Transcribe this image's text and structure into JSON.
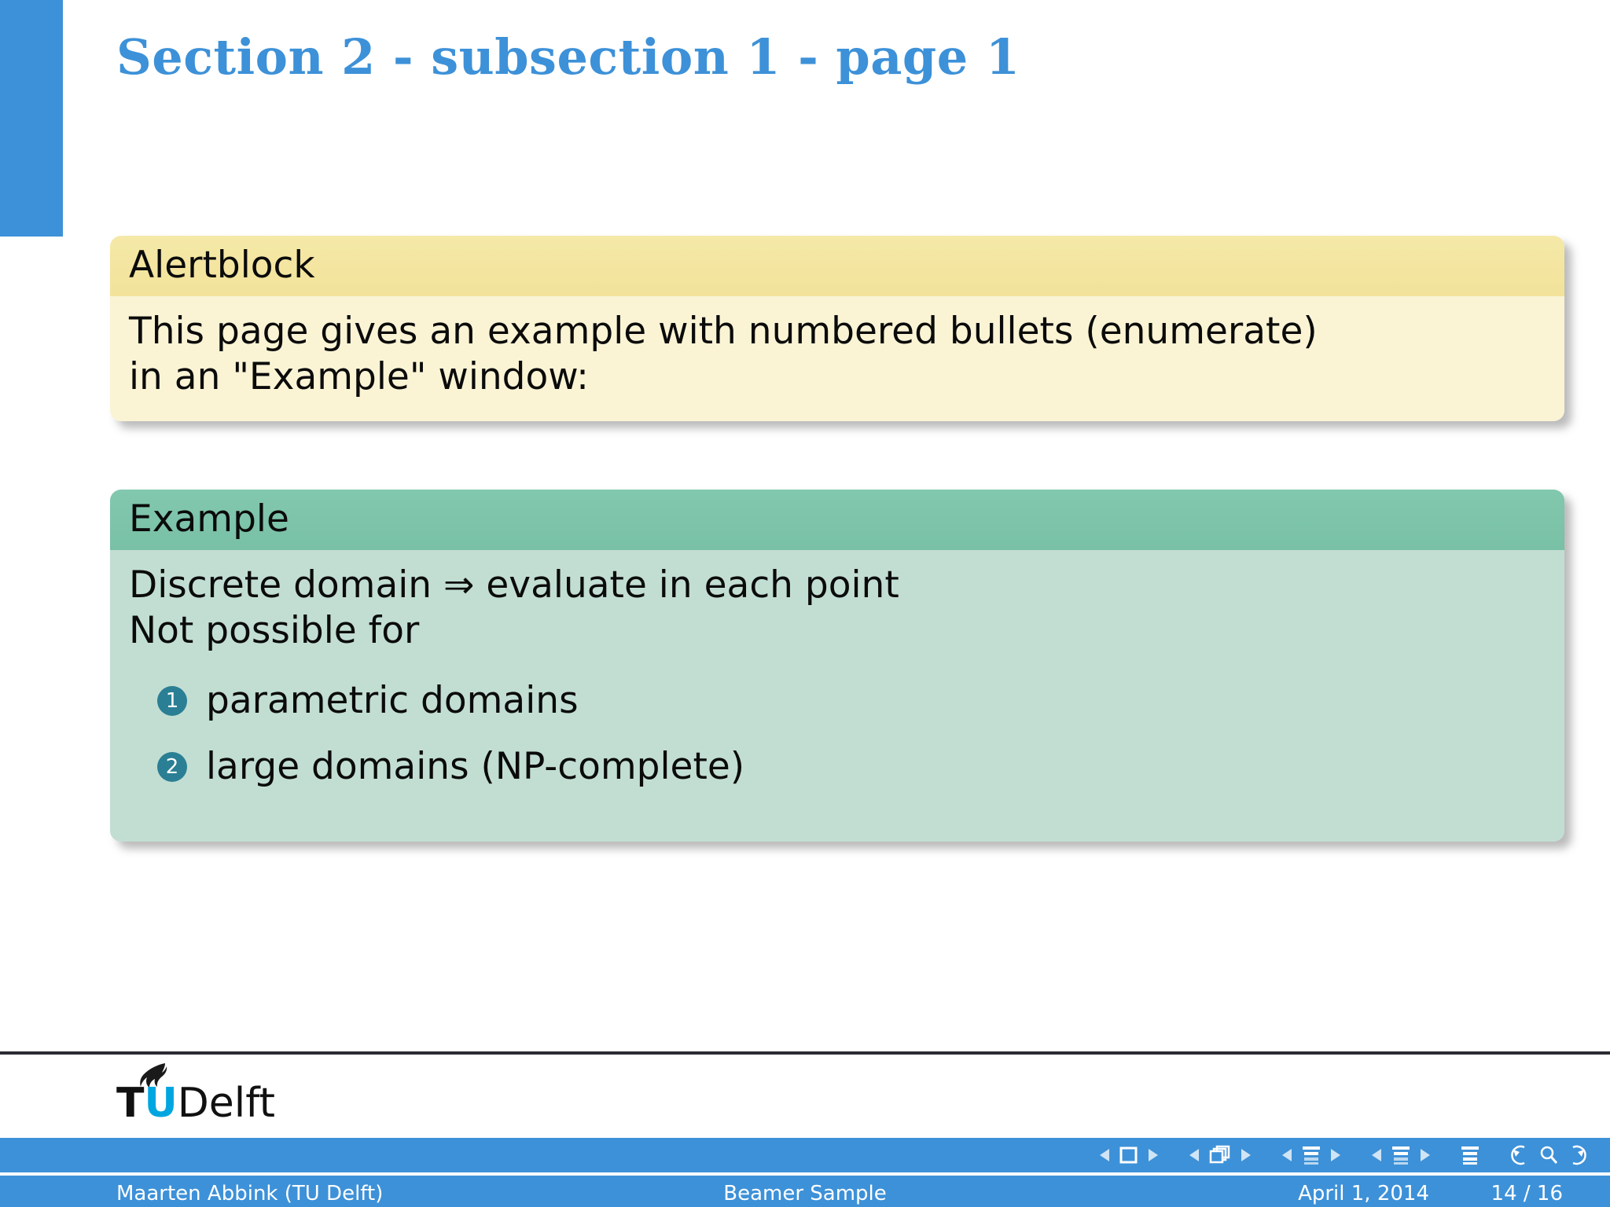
{
  "slide": {
    "title": "Section 2 - subsection 1 - page 1",
    "title_color": "#3d91d8",
    "sidebar_color": "#3d91d8"
  },
  "alert_block": {
    "name": "alertblock",
    "title": "Alertblock",
    "header_color": "#f2e29a",
    "body_color": "#faf4d5",
    "body_lines": [
      "This page gives an example with numbered bullets (enumerate)",
      "in an \"Example\" window:"
    ]
  },
  "example_block": {
    "name": "example",
    "title": "Example",
    "header_color": "#78c0a6",
    "body_color": "#c2ded2",
    "body_lines": [
      "Discrete domain ⇒ evaluate in each point",
      "Not possible for"
    ],
    "enumerate": [
      {
        "number": "1",
        "text": "parametric domains"
      },
      {
        "number": "2",
        "text": "large domains (NP-complete)"
      }
    ],
    "marker_color": "#2a7f94"
  },
  "logo": {
    "t": "T",
    "u": "U",
    "rest": "Delft",
    "u_color": "#00a6e0",
    "text_color": "#111111"
  },
  "footer": {
    "author": "Maarten Abbink (TU Delft)",
    "center": "Beamer Sample",
    "date": "April 1, 2014",
    "pages": "14 / 16",
    "bar_color": "#3d91d8",
    "text_color": "#ffffff"
  },
  "nav_symbols": {
    "slide_group": [
      "prev-triangle",
      "square",
      "next-triangle"
    ],
    "frame_group": [
      "prev-triangle",
      "stacked-frames",
      "next-triangle"
    ],
    "subsection_group": [
      "prev-triangle",
      "lines",
      "next-triangle"
    ],
    "section_group": [
      "prev-triangle",
      "lines",
      "next-triangle"
    ],
    "doc_symbol": "lines",
    "back_symbol": "back-arrow",
    "search_symbol": "magnifier",
    "forward_symbol": "forward-arrow"
  }
}
